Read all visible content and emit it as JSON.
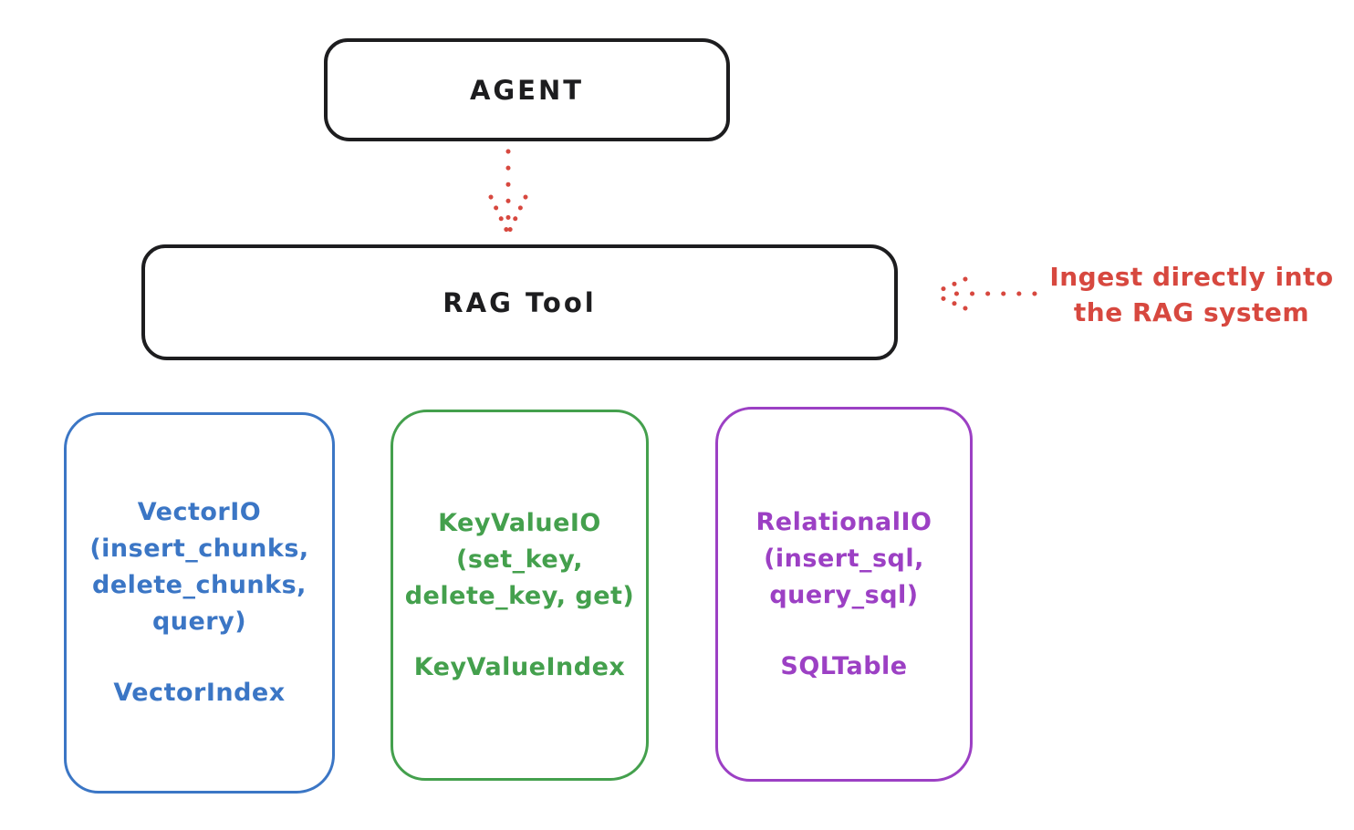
{
  "agent": {
    "label": "AGENT"
  },
  "rag_tool": {
    "label": "RAG Tool"
  },
  "annotation": {
    "line1": "Ingest directly into",
    "line2": "the RAG system"
  },
  "backends": [
    {
      "name": "vector-io",
      "color": "#3b76c5",
      "lines": [
        "VectorIO",
        "(insert_chunks,",
        "delete_chunks,",
        "query)"
      ],
      "index": "VectorIndex"
    },
    {
      "name": "keyvalue-io",
      "color": "#44a04d",
      "lines": [
        "KeyValueIO",
        "(set_key,",
        "delete_key, get)"
      ],
      "index": "KeyValueIndex"
    },
    {
      "name": "relational-io",
      "color": "#9c40c4",
      "lines": [
        "RelationalIO",
        "(insert_sql,",
        "query_sql)"
      ],
      "index": "SQLTable"
    }
  ],
  "colors": {
    "box_stroke": "#1d1d1f",
    "accent_red": "#d7483f",
    "background": "#ffffff"
  }
}
